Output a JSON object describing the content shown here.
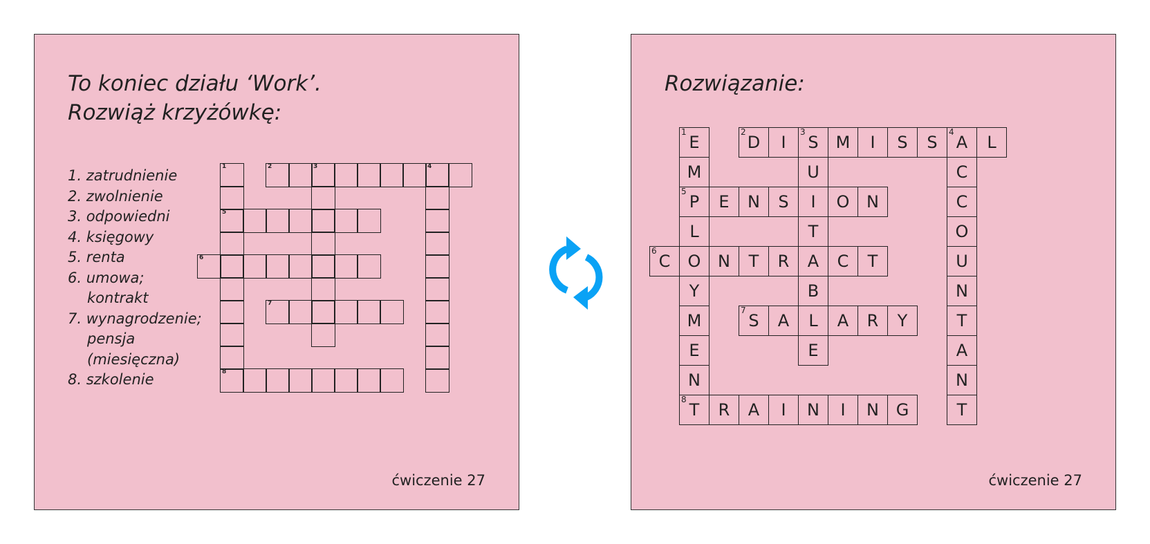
{
  "colors": {
    "slide_bg": "#f2c0cd",
    "icon": "#0aa2f5"
  },
  "left": {
    "title_line1": "To koniec działu ‘Work’.",
    "title_line2": "Rozwiąż krzyżówkę:",
    "clues": [
      {
        "line1": "1. zatrudnienie"
      },
      {
        "line1": "2. zwolnienie"
      },
      {
        "line1": "3. odpowiedni"
      },
      {
        "line1": "4. księgowy"
      },
      {
        "line1": "5. renta"
      },
      {
        "line1": "6. umowa;",
        "line2": "kontrakt"
      },
      {
        "line1": "7. wynagrodzenie;",
        "line2": "pensja",
        "line3": "(miesięczna)"
      },
      {
        "line1": "8. szkolenie"
      }
    ],
    "footer": "ćwiczenie 27"
  },
  "right": {
    "title": "Rozwiązanie:",
    "footer": "ćwiczenie 27"
  },
  "icon": "refresh-icon",
  "crossword": {
    "entries": [
      {
        "number": "1",
        "answer": "EMPLOYMENT",
        "direction": "down"
      },
      {
        "number": "2",
        "answer": "DISMISSAL",
        "direction": "across"
      },
      {
        "number": "3",
        "answer": "SUITABLE",
        "direction": "down"
      },
      {
        "number": "4",
        "answer": "ACCOUNTANT",
        "direction": "down"
      },
      {
        "number": "5",
        "answer": "PENSION",
        "direction": "across"
      },
      {
        "number": "6",
        "answer": "CONTRACT",
        "direction": "across"
      },
      {
        "number": "7",
        "answer": "SALARY",
        "direction": "across"
      },
      {
        "number": "8",
        "answer": "TRAINING",
        "direction": "across"
      }
    ]
  }
}
